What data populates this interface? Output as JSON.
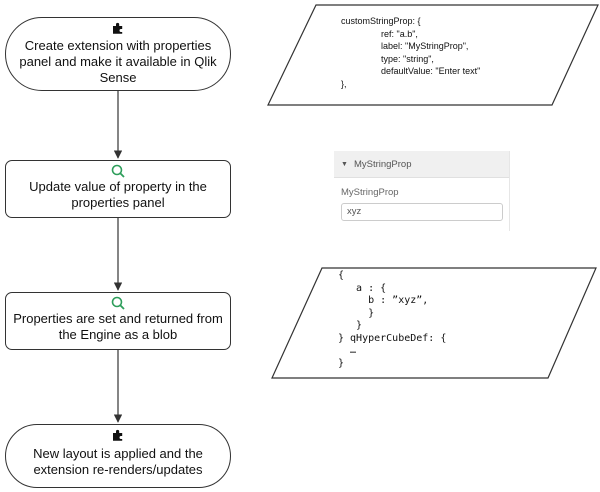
{
  "flow": {
    "nodes": [
      {
        "id": "create_extension",
        "shape": "terminator",
        "icon": "puzzle-icon",
        "label": "Create extension with properties\npanel and make it available in Qlik\nSense"
      },
      {
        "id": "update_property",
        "shape": "process",
        "icon": "magnifier-icon",
        "label": "Update value of property in the\nproperties panel"
      },
      {
        "id": "properties_set",
        "shape": "process",
        "icon": "magnifier-icon",
        "label": "Properties are set and returned from\nthe Engine as a blob"
      },
      {
        "id": "new_layout",
        "shape": "terminator",
        "icon": "puzzle-icon",
        "label": "New layout is applied and the\nextension re-renders/updates"
      }
    ],
    "edges": [
      {
        "from": "create_extension",
        "to": "update_property"
      },
      {
        "from": "update_property",
        "to": "properties_set"
      },
      {
        "from": "properties_set",
        "to": "new_layout"
      }
    ]
  },
  "code_snippets": {
    "definition": "customStringProp: {\n                ref: \"a.b\",\n                label: \"MyStringProp\",\n                type: \"string\",\n                defaultValue: \"Enter text\"\n},",
    "blob": "{\n   a : {\n     b : ”xyz”,\n     }\n   }\n} qHyperCubeDef: {\n  …\n}"
  },
  "properties_panel": {
    "header": "MyStringProp",
    "field_label": "MyStringProp",
    "field_value": "xyz"
  },
  "colors": {
    "stroke": "#333333",
    "magnifier": "#2e9e5b",
    "puzzle": "#111111",
    "panel_header_bg": "#f0f0f0"
  }
}
